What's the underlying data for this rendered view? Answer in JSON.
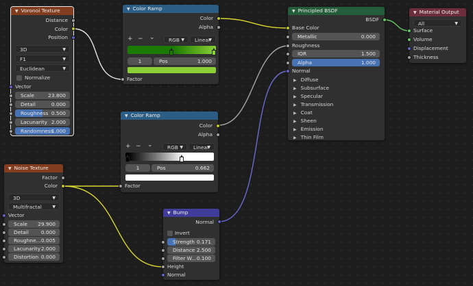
{
  "colors": {
    "texture_header": "#813d1d",
    "converter_header": "#2c5d85",
    "shader_header": "#255d3c",
    "output_header": "#6c2e3a",
    "vector_header": "#403d9a",
    "socket_color": "#c7c729",
    "socket_float": "#a1a1a1",
    "socket_vector": "#6363c7",
    "socket_shader": "#63c763",
    "field_highlight": "#4772b3"
  },
  "voronoi": {
    "title": "Voronoi Texture",
    "out_distance": "Distance",
    "out_color": "Color",
    "out_position": "Position",
    "dimensions": "3D",
    "feature": "F1",
    "metric": "Euclidean",
    "normalize": "Normalize",
    "in_vector": "Vector",
    "scale_label": "Scale",
    "scale_value": "23.800",
    "detail_label": "Detail",
    "detail_value": "0.000",
    "roughness_label": "Roughness",
    "roughness_value": "0.500",
    "lacunarity_label": "Lacunarity",
    "lacunarity_value": "2.000",
    "randomness_label": "Randomness",
    "randomness_value": "1.000"
  },
  "ramp1": {
    "title": "Color Ramp",
    "out_color": "Color",
    "out_alpha": "Alpha",
    "add": "+",
    "remove": "−",
    "menu": "⌄",
    "color_mode": "RGB",
    "interpolation": "Linear",
    "index": "1",
    "pos_label": "Pos",
    "pos_value": "1.000",
    "in_factor": "Factor",
    "stop_color": "#8ad036"
  },
  "ramp2": {
    "title": "Color Ramp",
    "out_color": "Color",
    "out_alpha": "Alpha",
    "add": "+",
    "remove": "−",
    "menu": "⌄",
    "color_mode": "RGB",
    "interpolation": "Linear",
    "index": "1",
    "pos_label": "Pos",
    "pos_value": "0.662",
    "in_factor": "Factor",
    "stop_color": "#ffffff"
  },
  "noise": {
    "title": "Noise Texture",
    "out_factor": "Factor",
    "out_color": "Color",
    "dimensions": "3D",
    "type": "Multifractal",
    "in_vector": "Vector",
    "scale_label": "Scale",
    "scale_value": "29.900",
    "detail_label": "Detail",
    "detail_value": "0.000",
    "roughness_label": "Roughne...",
    "roughness_value": "0.005",
    "lacunarity_label": "Lacunarity",
    "lacunarity_value": "2.000",
    "distortion_label": "Distortion",
    "distortion_value": "0.000"
  },
  "bump": {
    "title": "Bump",
    "out_normal": "Normal",
    "invert": "Invert",
    "strength_label": "Strength",
    "strength_value": "0.171",
    "strength_fraction": 0.171,
    "distance_label": "Distance",
    "distance_value": "2.500",
    "filter_label": "Filter W...",
    "filter_value": "0.100",
    "in_height": "Height",
    "in_normal": "Normal"
  },
  "bsdf": {
    "title": "Principled BSDF",
    "out_bsdf": "BSDF",
    "in_base_color": "Base Color",
    "metallic_label": "Metallic",
    "metallic_value": "0.000",
    "in_roughness": "Roughness",
    "ior_label": "IOR",
    "ior_value": "1.500",
    "alpha_label": "Alpha",
    "alpha_value": "1.000",
    "in_normal": "Normal",
    "panels": [
      "Diffuse",
      "Subsurface",
      "Specular",
      "Transmission",
      "Coat",
      "Sheen",
      "Emission",
      "Thin Film"
    ]
  },
  "output": {
    "title": "Material Output",
    "target": "All",
    "in_surface": "Surface",
    "in_volume": "Volume",
    "in_displacement": "Displacement",
    "in_thickness": "Thickness"
  }
}
